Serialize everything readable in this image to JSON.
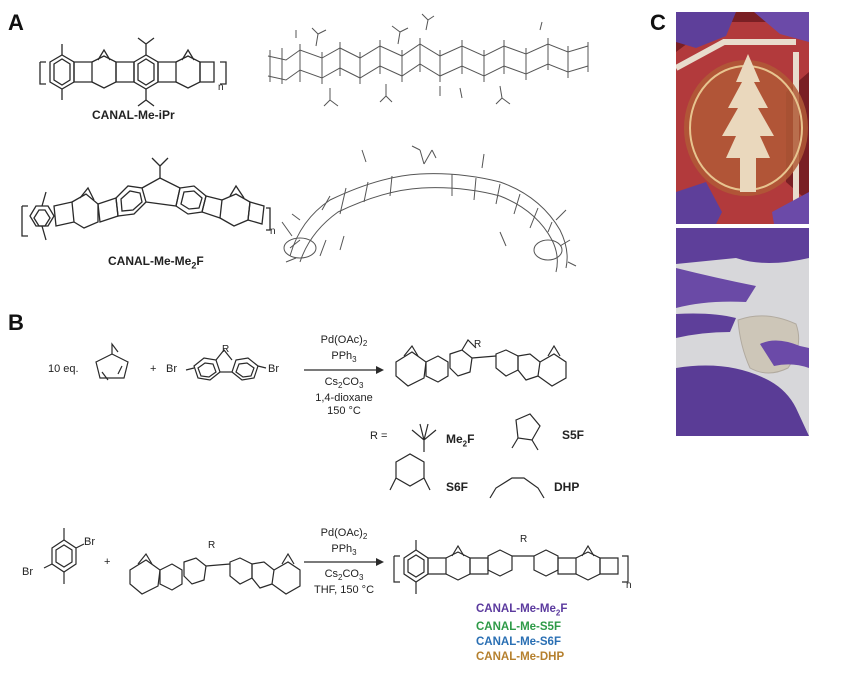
{
  "panels": {
    "a": "A",
    "b": "B",
    "c": "C"
  },
  "panel_a": {
    "polymer1_name": "CANAL-Me-iPr",
    "polymer2_name_base": "CANAL-Me-Me",
    "polymer2_name_sub": "2",
    "polymer2_name_end": "F",
    "repeat_n": "n"
  },
  "panel_b": {
    "reaction1": {
      "equiv": "10 eq.",
      "plus": "+",
      "br": "Br",
      "r": "R",
      "cat": "Pd(OAc)",
      "cat_sub": "2",
      "ligand": "PPh",
      "ligand_sub": "3",
      "base": "Cs",
      "base_sub1": "2",
      "base_mid": "CO",
      "base_sub2": "3",
      "solvent": "1,4-dioxane",
      "temp": "150 °C"
    },
    "r_options": {
      "r_eq": "R =",
      "me2f_base": "Me",
      "me2f_sub": "2",
      "me2f_end": "F",
      "s5f": "S5F",
      "s6f": "S6F",
      "dhp": "DHP"
    },
    "reaction2": {
      "br": "Br",
      "plus": "+",
      "r": "R",
      "cat": "Pd(OAc)",
      "cat_sub": "2",
      "ligand": "PPh",
      "ligand_sub": "3",
      "base": "Cs",
      "base_sub1": "2",
      "base_mid": "CO",
      "base_sub2": "3",
      "conditions": "THF, 150 °C",
      "repeat_n": "n"
    },
    "legend": {
      "item1_base": "CANAL-Me-Me",
      "item1_sub": "2",
      "item1_end": "F",
      "item2": "CANAL-Me-S5F",
      "item3": "CANAL-Me-S6F",
      "item4": "CANAL-Me-DHP"
    }
  },
  "colors": {
    "me2f": "#5b3a9e",
    "s5f": "#2e9a47",
    "s6f": "#2a6fb3",
    "dhp": "#b5802e",
    "glove": "#5e3f9a"
  }
}
